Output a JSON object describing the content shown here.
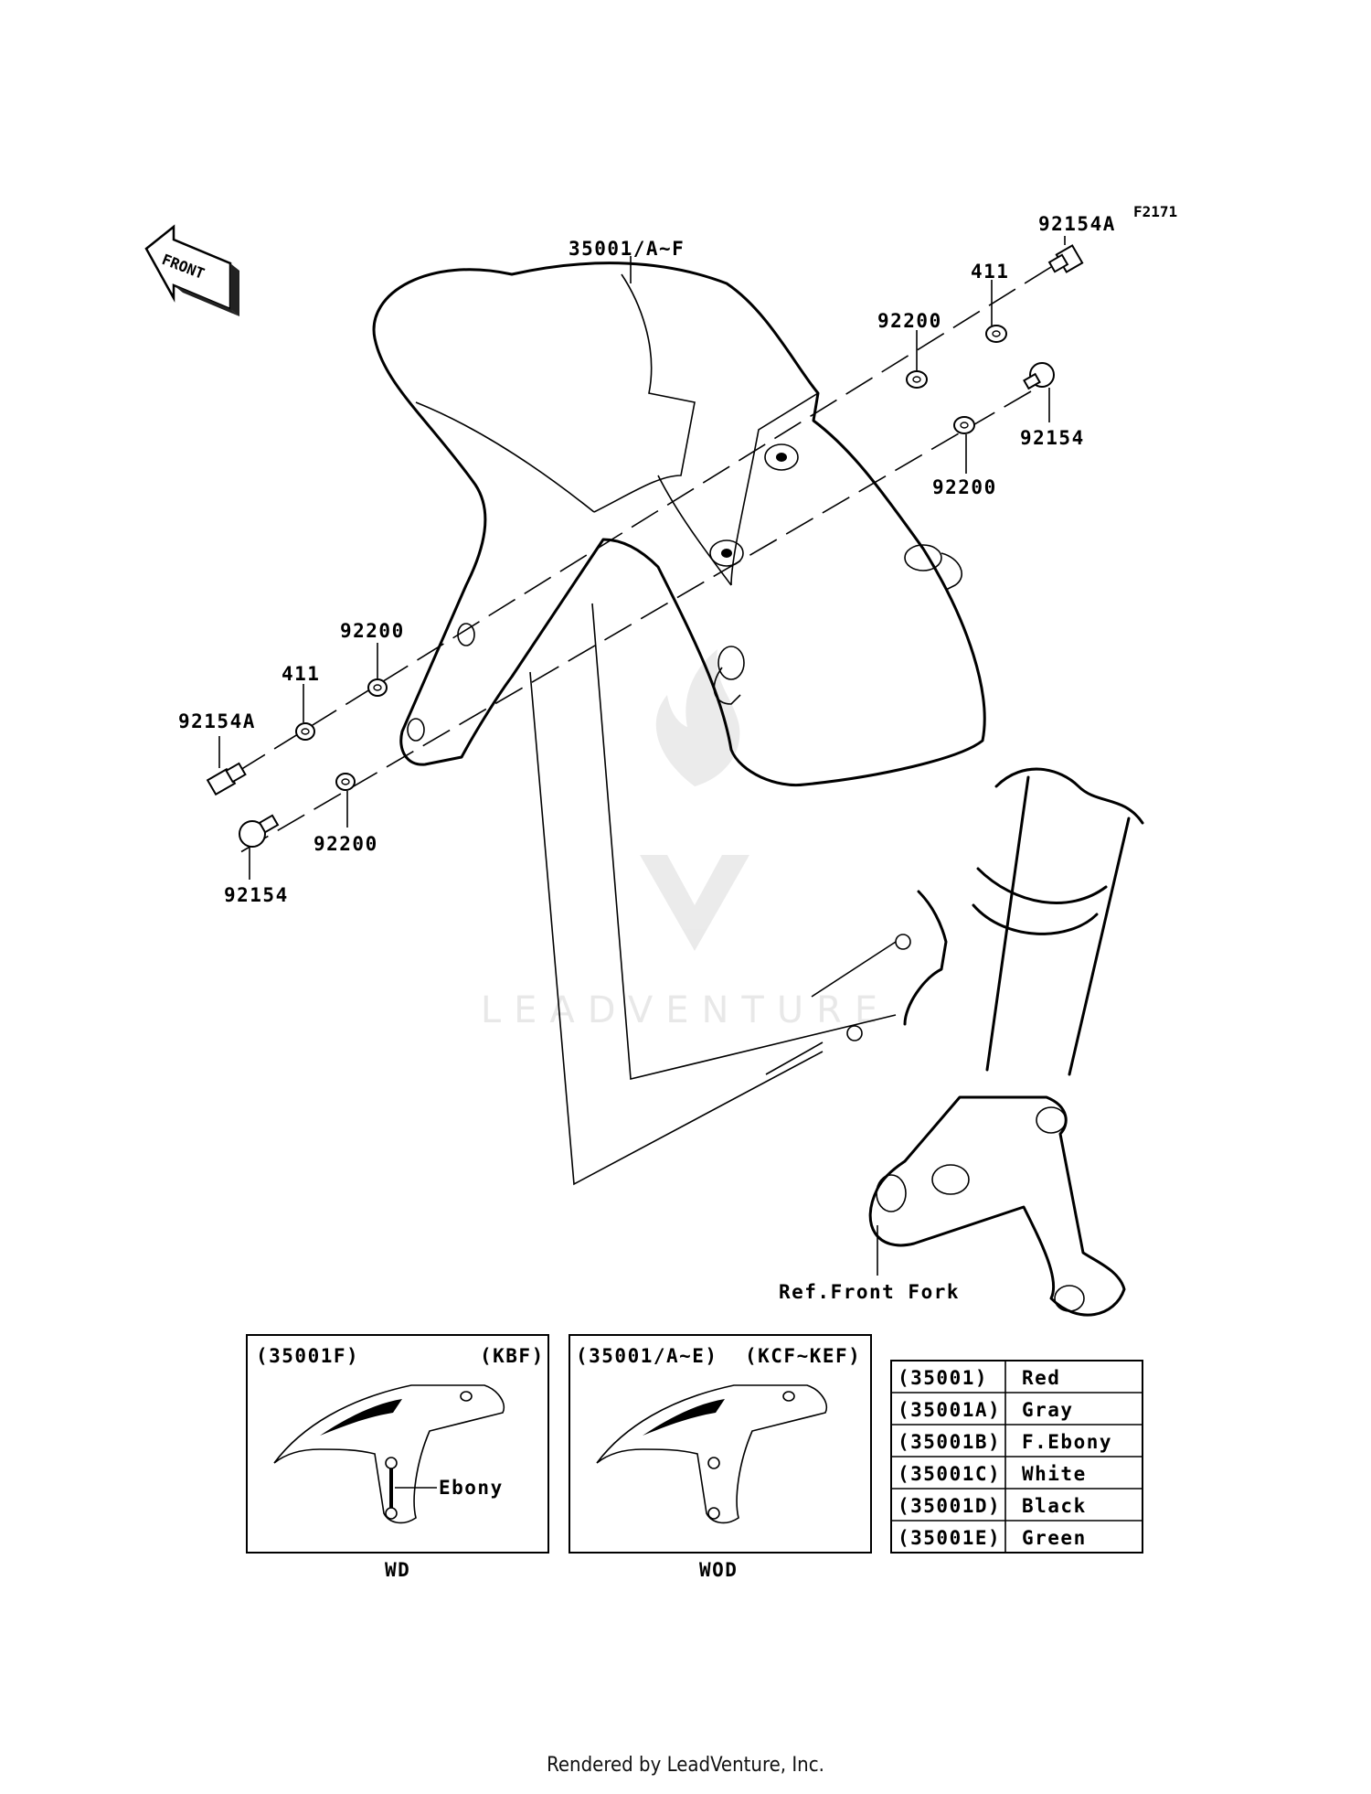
{
  "figure_code": "F2171",
  "front_arrow_label": "FRONT",
  "callouts": {
    "fender": "35001/A~F",
    "bolt_a_top": "92154A",
    "washer_411_top": "411",
    "washer_92200_top": "92200",
    "bolt_top": "92154",
    "washer_92200_right": "92200",
    "washer_92200_left": "92200",
    "washer_411_left": "411",
    "bolt_a_left": "92154A",
    "washer_92200_bottom": "92200",
    "bolt_bottom": "92154",
    "front_fork_ref": "Ref.Front Fork"
  },
  "watermark": "LEADVENTURE",
  "inset_wd": {
    "part": "(35001F)",
    "code": "(KBF)",
    "note": "Ebony",
    "caption": "WD"
  },
  "inset_wod": {
    "part": "(35001/A~E)",
    "code": "(KCF~KEF)",
    "caption": "WOD"
  },
  "color_table": [
    {
      "part": "(35001)",
      "color": "Red"
    },
    {
      "part": "(35001A)",
      "color": "Gray"
    },
    {
      "part": "(35001B)",
      "color": "F.Ebony"
    },
    {
      "part": "(35001C)",
      "color": "White"
    },
    {
      "part": "(35001D)",
      "color": "Black"
    },
    {
      "part": "(35001E)",
      "color": "Green"
    }
  ],
  "footer": "Rendered by LeadVenture, Inc."
}
